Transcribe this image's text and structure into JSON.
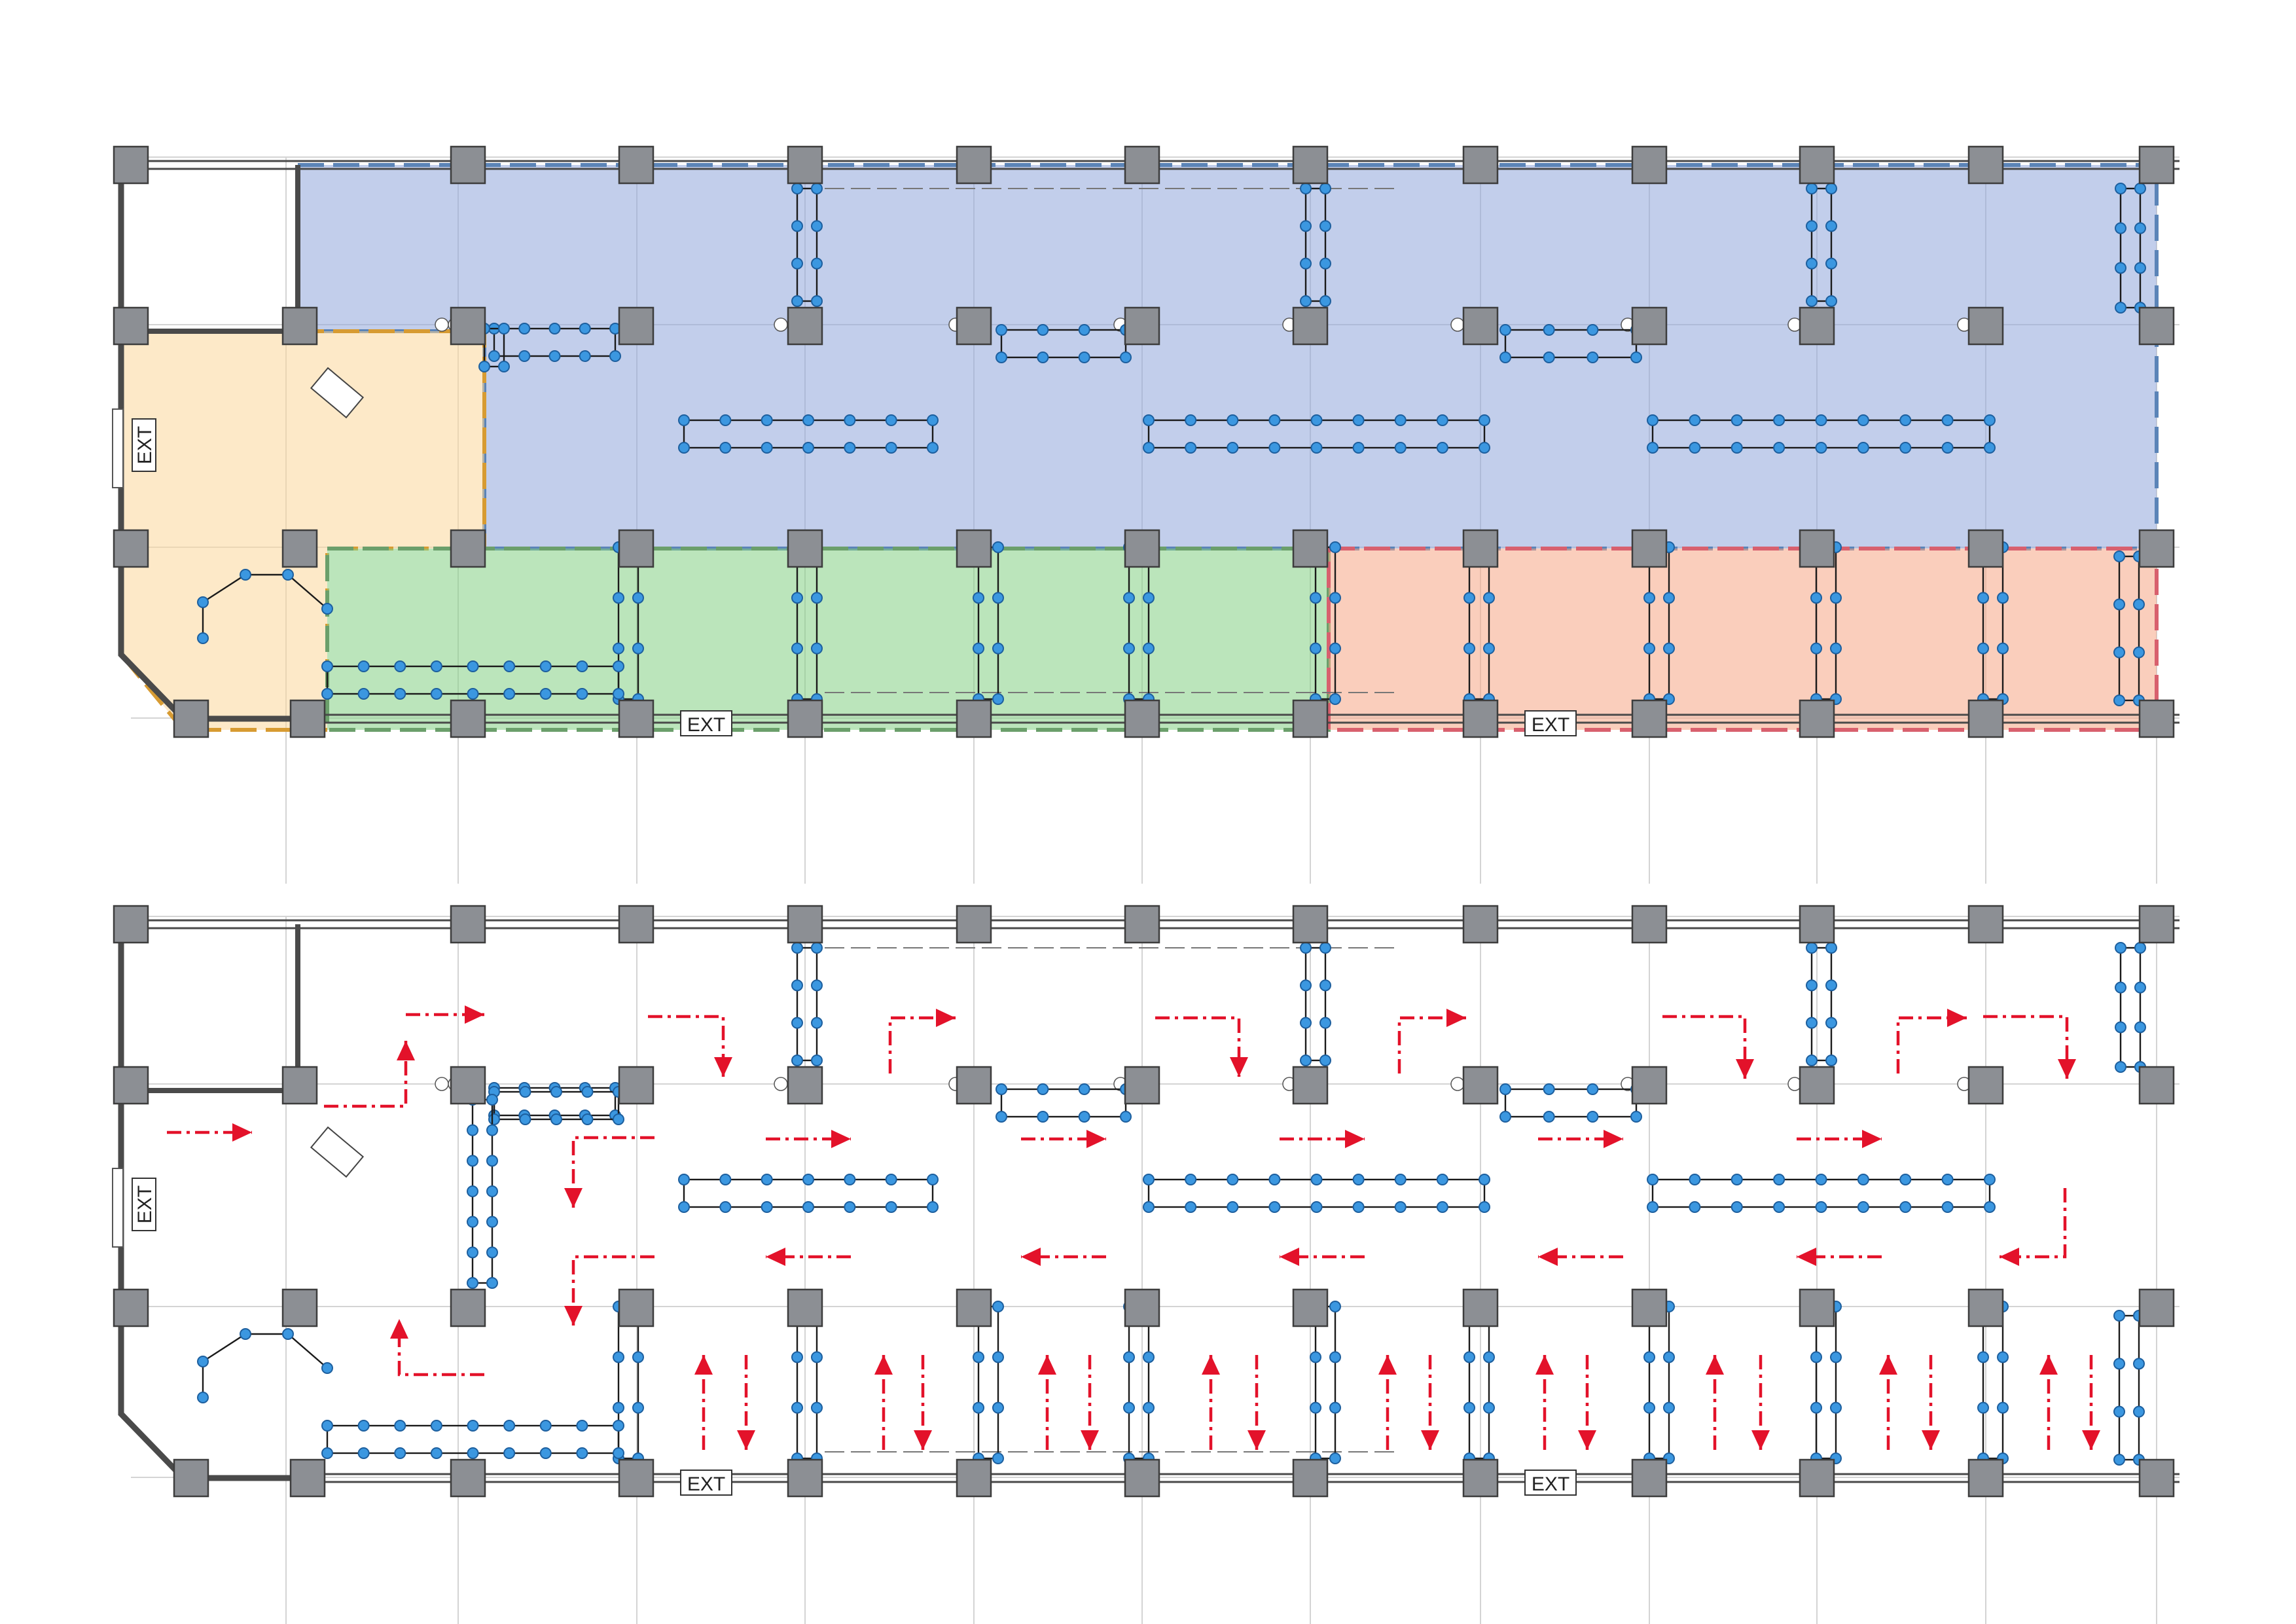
{
  "exit_label": "EXT",
  "colors": {
    "zone_blue": "#8fa6da",
    "zone_orange": "#fcd79a",
    "zone_green": "#84cf84",
    "zone_red": "#f6a585",
    "rack_node": "#3b97e0",
    "flow_arrow": "#e3122a",
    "column": "#8c8f94"
  },
  "diagram": {
    "plans": [
      "zoning-plan",
      "circulation-plan"
    ],
    "zones": [
      "blue",
      "orange",
      "green",
      "red"
    ]
  }
}
